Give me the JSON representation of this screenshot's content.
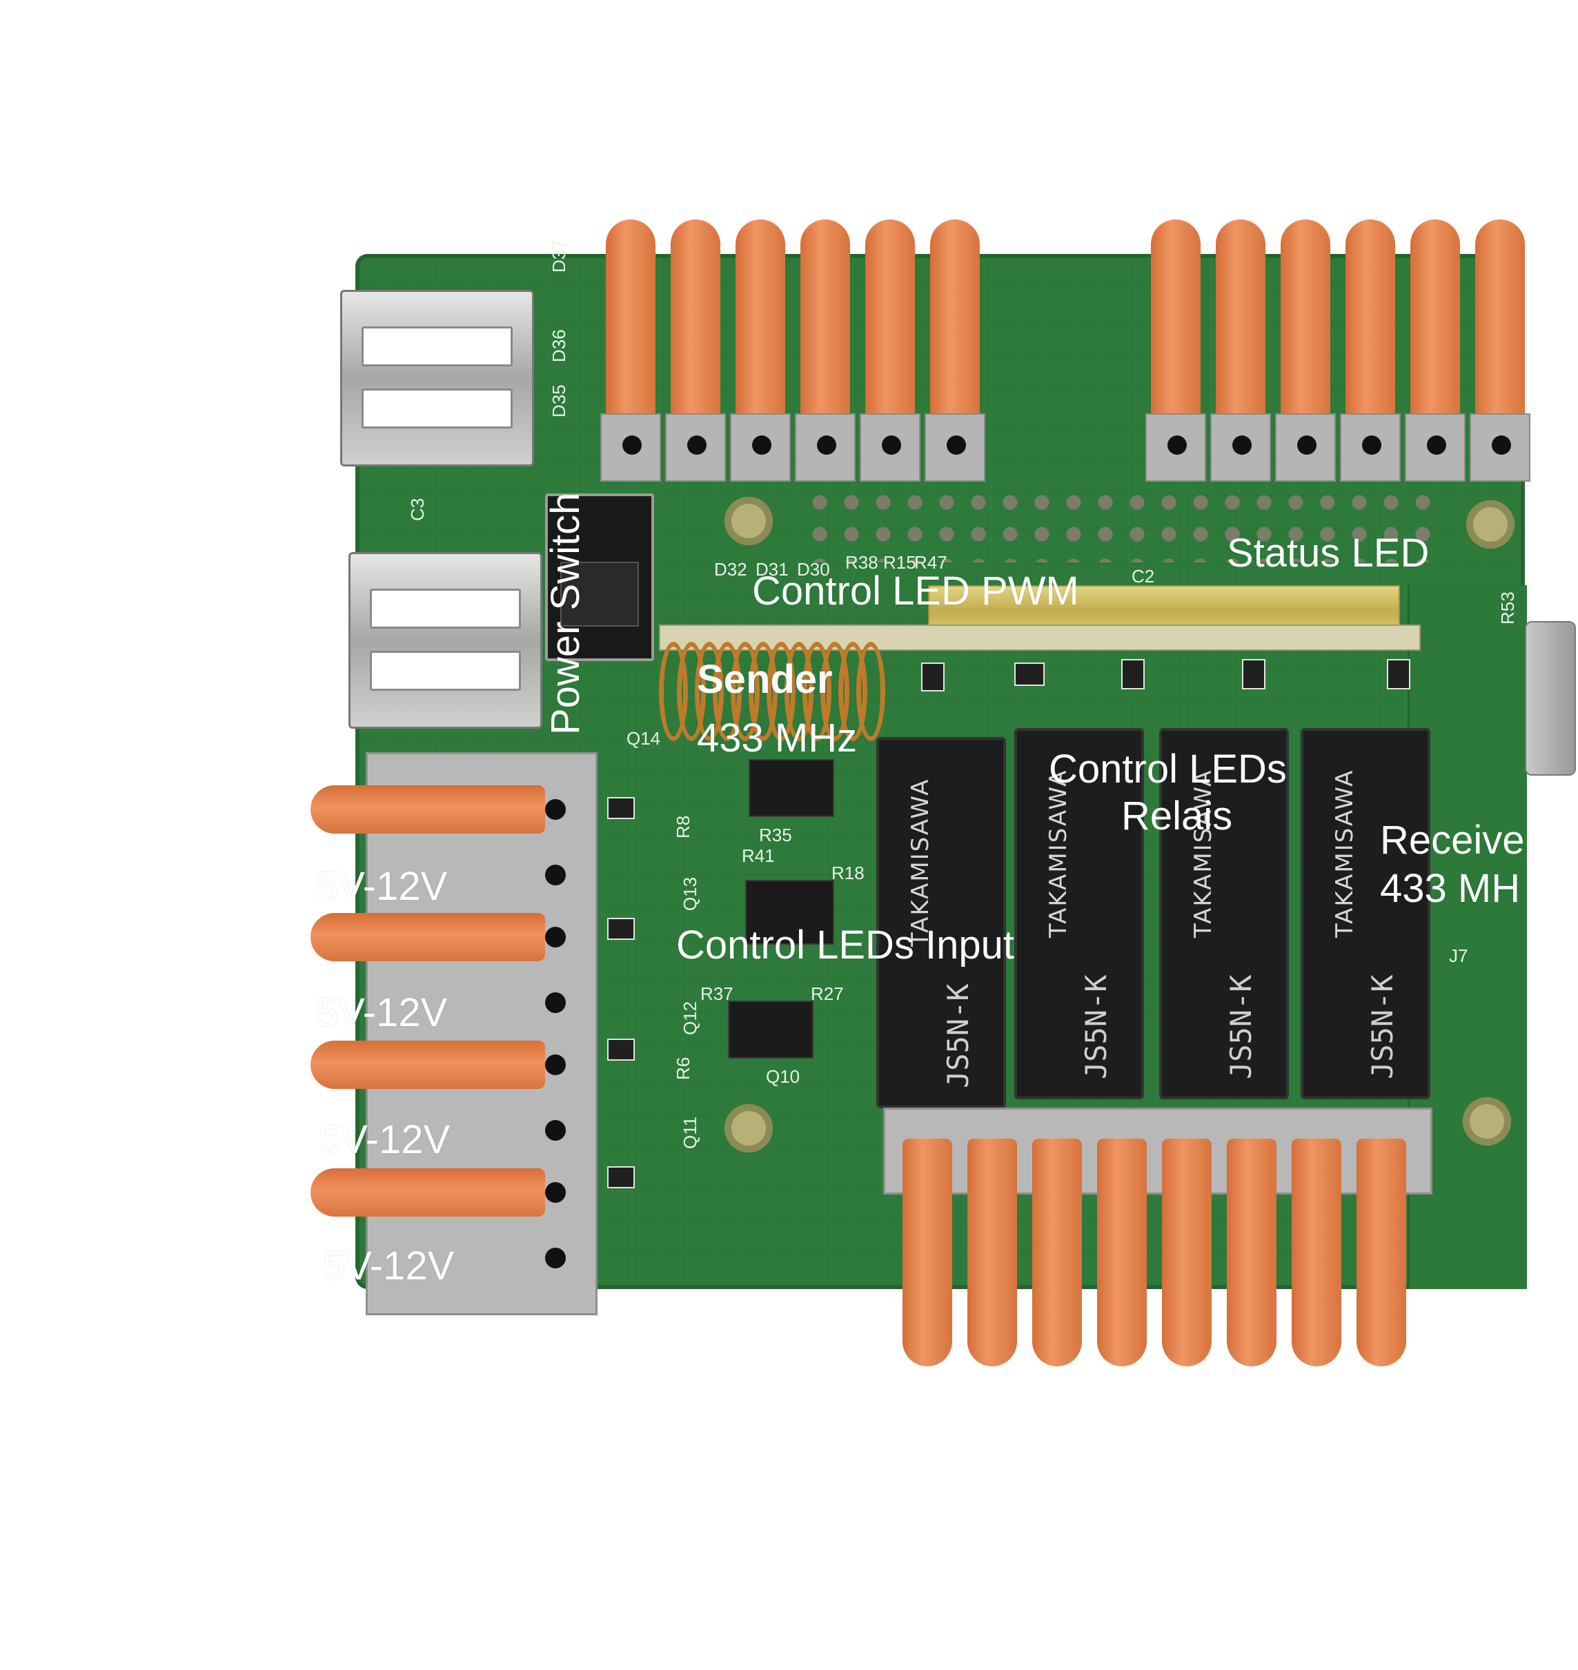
{
  "labels": {
    "power_switch": "Power Switch",
    "status_led": "Status LED",
    "control_led_pwm": "Control LED PWM",
    "sender_title": "Sender",
    "sender_freq": "433 MHz",
    "control_leds_relais_line1": "Control LEDs",
    "control_leds_relais_line2": "Relais",
    "receiver_line1": "Receive",
    "receiver_line2": "433 MH",
    "control_leds_input": "Control LEDs Input",
    "voltage_1": "5V-12V",
    "voltage_2": "5V-12V",
    "voltage_3": "5V-12V",
    "voltage_4": "5V-12V"
  },
  "relay_text": {
    "brand": "TAKAMISAWA",
    "model": "JS5N-K"
  },
  "silkscreen": [
    "D37",
    "D36",
    "D35",
    "C3",
    "D32",
    "D31",
    "D30",
    "R38",
    "R15",
    "R47",
    "C2",
    "R53",
    "Q14",
    "R8",
    "R35",
    "R41",
    "R18",
    "Q13",
    "R37",
    "R27",
    "Q12",
    "R6",
    "Q10",
    "Q11",
    "J7"
  ],
  "colors": {
    "pcb": "#2d7a3a",
    "lever_orange": "#ef9563",
    "terminal_gray": "#b8b8b8",
    "label_text": "#ffffff"
  }
}
